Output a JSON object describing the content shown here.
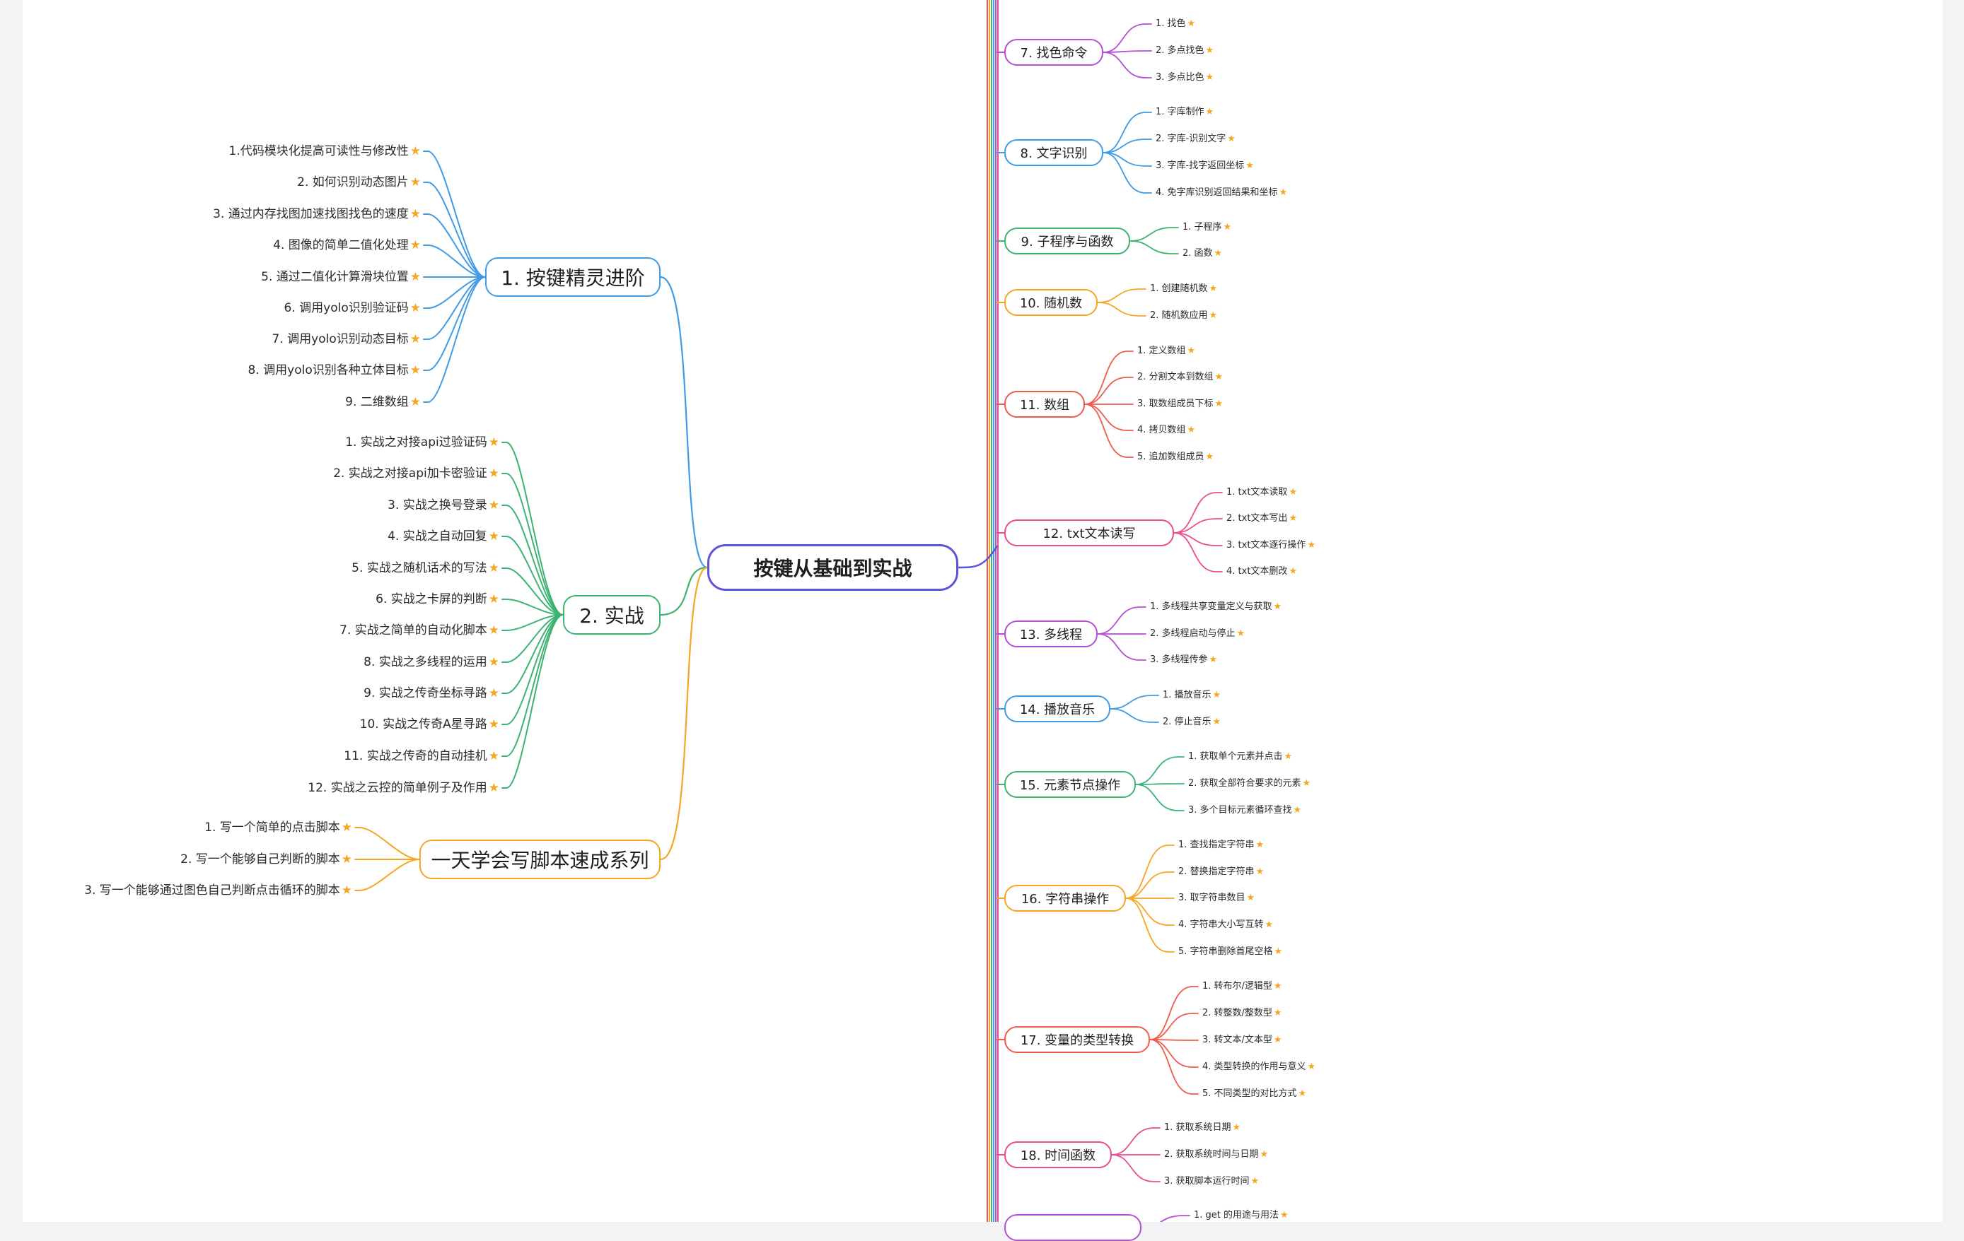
{
  "root": {
    "label": "按键从基础到实战",
    "color": "#5a55d9"
  },
  "left": [
    {
      "label": "1.  按键精灵进阶",
      "color": "#3f9be6",
      "children": [
        "1.代码模块化提高可读性与修改性",
        "2.   如何识别动态图片",
        "3.   通过内存找图加速找图找色的速度",
        "4.   图像的简单二值化处理",
        "5.   通过二值化计算滑块位置",
        "6.   调用yolo识别验证码",
        "7.   调用yolo识别动态目标",
        "8.   调用yolo识别各种立体目标",
        "9.   二维数组"
      ]
    },
    {
      "label": "2.  实战",
      "color": "#3cb371",
      "children": [
        "1.   实战之对接api过验证码",
        "2.   实战之对接api加卡密验证",
        "3.   实战之换号登录",
        "4.   实战之自动回复",
        "5.   实战之随机话术的写法",
        "6.   实战之卡屏的判断",
        "7.   实战之简单的自动化脚本",
        "8.   实战之多线程的运用",
        "9.   实战之传奇坐标寻路",
        "10.   实战之传奇A星寻路",
        "11.   实战之传奇的自动挂机",
        "12.   实战之云控的简单例子及作用"
      ]
    },
    {
      "label": "一天学会写脚本速成系列",
      "color": "#f5a623",
      "children": [
        "1.   写一个简单的点击脚本",
        "2.   写一个能够自己判断的脚本",
        "3.   写一个能够通过图色自己判断点击循环的脚本"
      ]
    }
  ],
  "right": [
    {
      "label": "7.   找色命令",
      "color": "#b44fd6",
      "children": [
        "1.   找色",
        "2.   多点找色",
        "3.   多点比色"
      ]
    },
    {
      "label": "8.   文字识别",
      "color": "#3f9be6",
      "children": [
        "1.   字库制作",
        "2.   字库-识别文字",
        "3.   字库-找字返回坐标",
        "4.   免字库识别返回结果和坐标"
      ]
    },
    {
      "label": "9.   子程序与函数",
      "color": "#3cb371",
      "children": [
        "1.   子程序",
        "2.   函数"
      ]
    },
    {
      "label": "10.   随机数",
      "color": "#f5a623",
      "children": [
        "1.   创建随机数",
        "2.   随机数应用"
      ]
    },
    {
      "label": "11.   数组",
      "color": "#ef5b4c",
      "children": [
        "1.   定义数组",
        "2.   分割文本到数组",
        "3.   取数组成员下标",
        "4.   拷贝数组",
        "5.   追加数组成员"
      ]
    },
    {
      "label": "12.   txt文本读写",
      "color": "#e94e8f",
      "children": [
        "1.   txt文本读取",
        "2.   txt文本写出",
        "3.   txt文本逐行操作",
        "4.   txt文本删改"
      ]
    },
    {
      "label": "13.   多线程",
      "color": "#b44fd6",
      "children": [
        "1.   多线程共享变量定义与获取",
        "2.   多线程启动与停止",
        "3.   多线程传参"
      ]
    },
    {
      "label": "14.   播放音乐",
      "color": "#3f9be6",
      "children": [
        "1.   播放音乐",
        "2.   停止音乐"
      ]
    },
    {
      "label": "15.   元素节点操作",
      "color": "#3cb371",
      "children": [
        "1.   获取单个元素并点击",
        "2.   获取全部符合要求的元素",
        "3.   多个目标元素循环查找"
      ]
    },
    {
      "label": "16.   字符串操作",
      "color": "#f5a623",
      "children": [
        "1.   查找指定字符串",
        "2.   替换指定字符串",
        "3.   取字符串数目",
        "4.   字符串大小写互转",
        "5.   字符串删除首尾空格"
      ]
    },
    {
      "label": "17.   变量的类型转换",
      "color": "#ef5b4c",
      "children": [
        "1.   转布尔/逻辑型",
        "2.   转整数/整数型",
        "3.   转文本/文本型",
        "4.   类型转换的作用与意义",
        "5.   不同类型的对比方式"
      ]
    },
    {
      "label": "18.   时间函数",
      "color": "#e94e8f",
      "children": [
        "1.   获取系统日期",
        "2.   获取系统时间与日期",
        "3.   获取脚本运行时间"
      ]
    },
    {
      "label": "",
      "color": "#b44fd6",
      "children": [
        "1.   get 的用途与用法"
      ]
    }
  ],
  "star": "★",
  "trunk_colors": [
    "#ef5b4c",
    "#f5a623",
    "#3cb371",
    "#3f9be6",
    "#b44fd6",
    "#e94e8f"
  ]
}
